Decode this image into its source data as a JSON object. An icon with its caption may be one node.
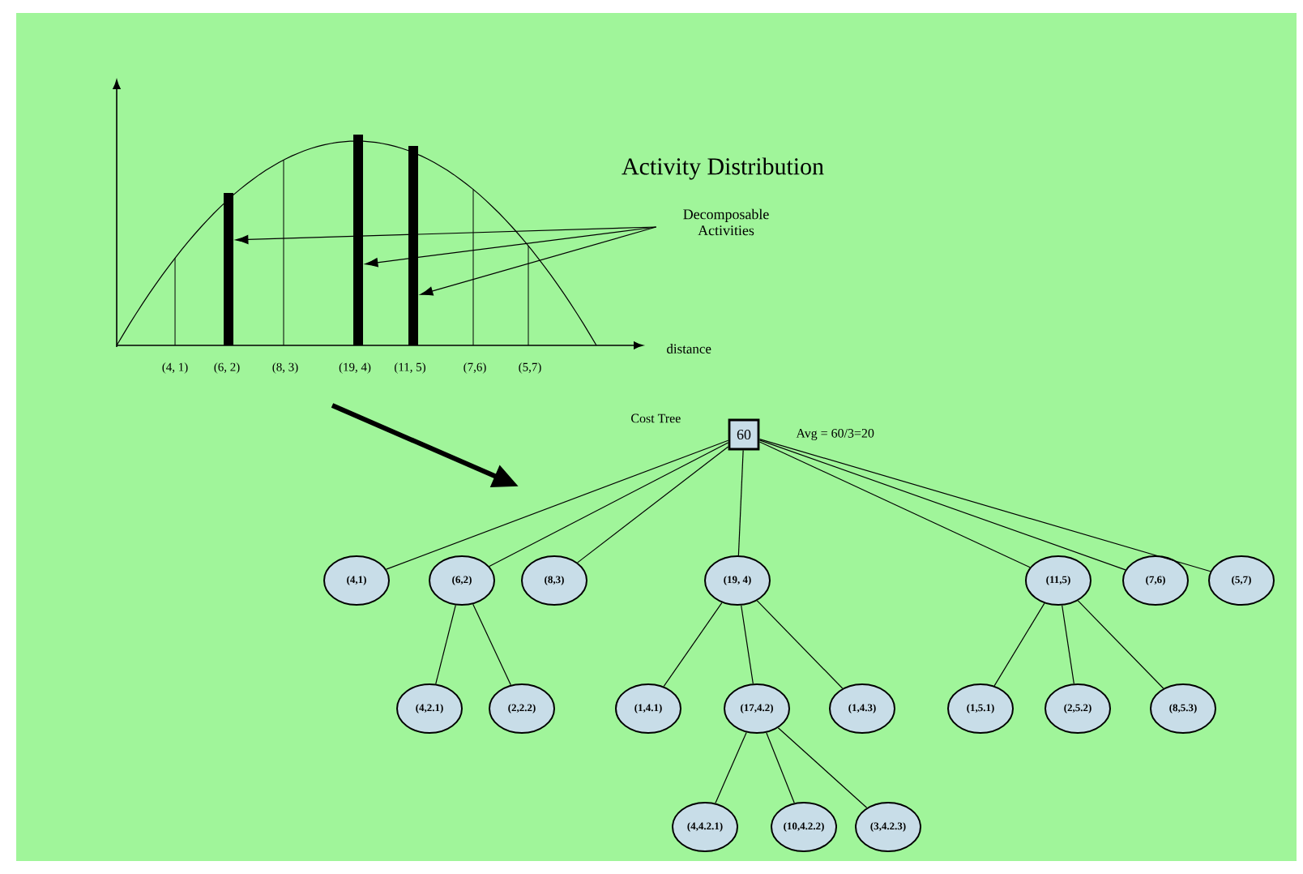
{
  "diagram": {
    "title": "Activity Distribution",
    "nodes": [
      {
        "text": [
          "Decomposable Activities"
        ]
      },
      {
        "text": [],
        "shape": "bar"
      },
      {
        "text": [],
        "shape": "bar"
      },
      {
        "text": [],
        "shape": "bar"
      },
      {
        "text": [
          "60"
        ],
        "beside": [
          "Cost Tree",
          "Avg = 60/3=20"
        ]
      },
      {
        "text": [
          "(4,1)"
        ]
      },
      {
        "text": [
          "(6,2)"
        ]
      },
      {
        "text": [
          "(8,3)"
        ]
      },
      {
        "text": [
          "(19, 4)"
        ]
      },
      {
        "text": [
          "(11,5)"
        ]
      },
      {
        "text": [
          "(7,6)"
        ]
      },
      {
        "text": [
          "(5,7)"
        ]
      },
      {
        "text": [
          "(4,2.1)"
        ]
      },
      {
        "text": [
          "(2,2.2)"
        ]
      },
      {
        "text": [
          "(1,4.1)"
        ]
      },
      {
        "text": [
          "(17,4.2)"
        ]
      },
      {
        "text": [
          "(1,4.3)"
        ]
      },
      {
        "text": [
          "(1,5.1)"
        ]
      },
      {
        "text": [
          "(2,5.2)"
        ]
      },
      {
        "text": [
          "(8,5.3)"
        ]
      },
      {
        "text": [
          "(4,4.2.1)"
        ]
      },
      {
        "text": [
          "(10,4.2.2)"
        ]
      },
      {
        "text": [
          "(3,4.2.3)"
        ]
      }
    ],
    "edges": [
      {
        "from": 0,
        "to": 1,
        "arrow": "to"
      },
      {
        "from": 0,
        "to": 2,
        "arrow": "to"
      },
      {
        "from": 0,
        "to": 3,
        "arrow": "to"
      },
      {
        "from": 4,
        "to": 5,
        "arrow": "none"
      },
      {
        "from": 4,
        "to": 6,
        "arrow": "none"
      },
      {
        "from": 4,
        "to": 7,
        "arrow": "none"
      },
      {
        "from": 4,
        "to": 8,
        "arrow": "none"
      },
      {
        "from": 4,
        "to": 9,
        "arrow": "none"
      },
      {
        "from": 4,
        "to": 10,
        "arrow": "none"
      },
      {
        "from": 4,
        "to": 11,
        "arrow": "none"
      },
      {
        "from": 6,
        "to": 12,
        "arrow": "none"
      },
      {
        "from": 6,
        "to": 13,
        "arrow": "none"
      },
      {
        "from": 8,
        "to": 14,
        "arrow": "none"
      },
      {
        "from": 8,
        "to": 15,
        "arrow": "none"
      },
      {
        "from": 8,
        "to": 16,
        "arrow": "none"
      },
      {
        "from": 9,
        "to": 17,
        "arrow": "none"
      },
      {
        "from": 9,
        "to": 18,
        "arrow": "none"
      },
      {
        "from": 9,
        "to": 19,
        "arrow": "none"
      },
      {
        "from": 15,
        "to": 20,
        "arrow": "none"
      },
      {
        "from": 15,
        "to": 21,
        "arrow": "none"
      },
      {
        "from": 15,
        "to": 22,
        "arrow": "none"
      }
    ],
    "labels": [
      "(4, 1)",
      "(6, 2)",
      "(8, 3)",
      "(19, 4)",
      "(11, 5)",
      "(7,6)",
      "(5,7)",
      "distance"
    ]
  }
}
